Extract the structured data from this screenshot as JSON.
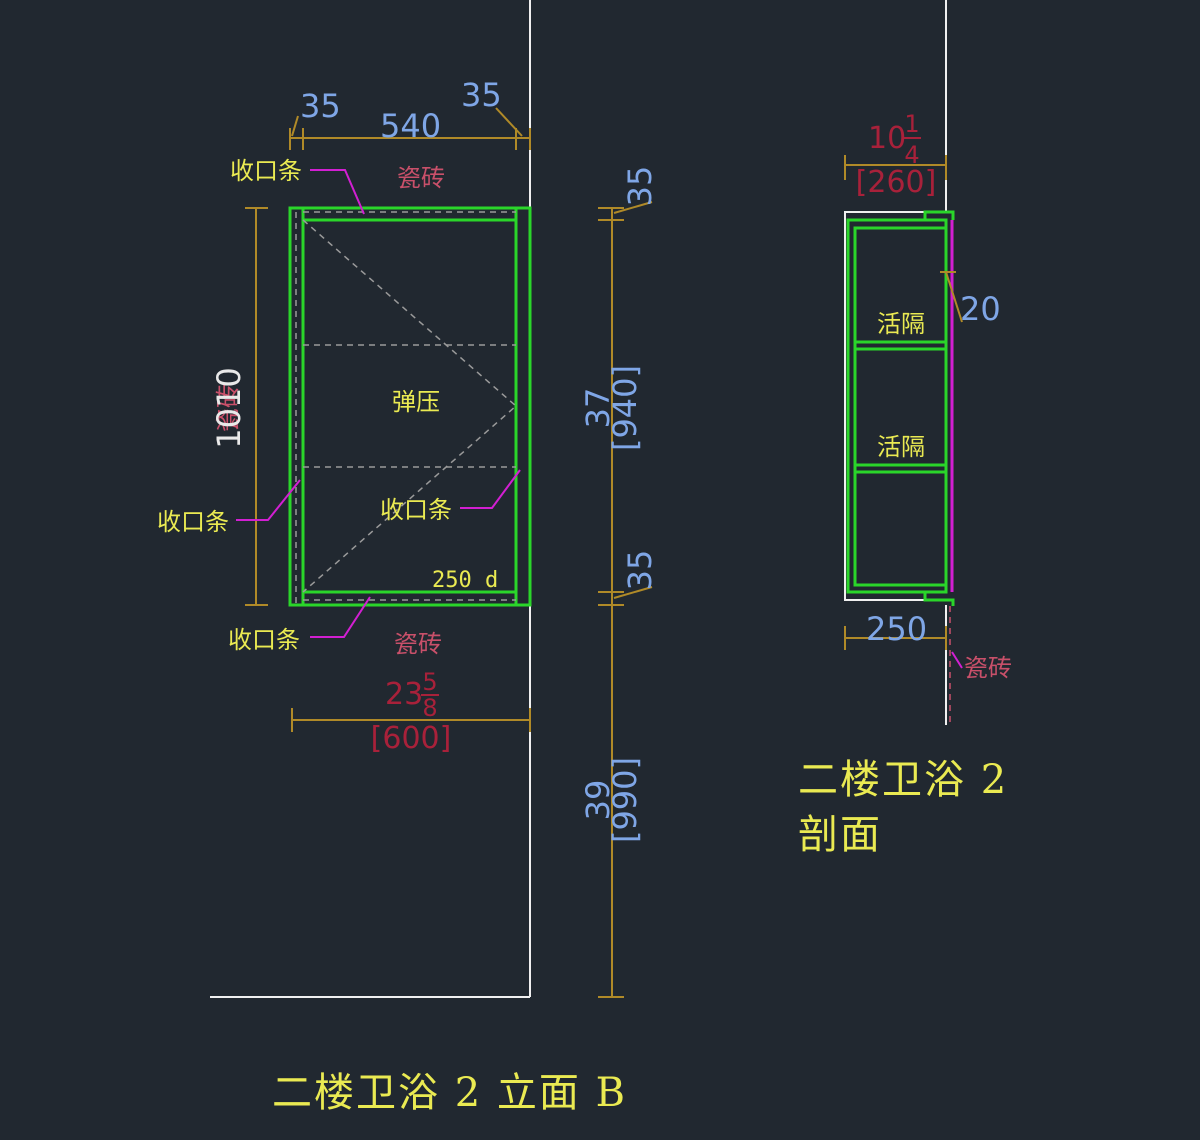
{
  "elevation": {
    "title": "二楼卫浴 2 立面 B",
    "dims": {
      "left_edge": "35",
      "right_edge": "35",
      "width": "540",
      "height": "1010",
      "top_gap": "35",
      "mid_fraction": "37",
      "mid_bracket": "[940]",
      "bottom_gap": "35",
      "lower_fraction": "39",
      "lower_bracket": "[990]",
      "bottom_whole": "23",
      "bottom_num": "5",
      "bottom_den": "8",
      "bottom_bracket": "[600]"
    },
    "labels": {
      "trim_top": "收口条",
      "trim_left": "收口条",
      "trim_inner": "收口条",
      "trim_bottom": "收口条",
      "tile_top": "瓷砖",
      "tile_left": "瓷砖",
      "tile_bottom": "瓷砖",
      "push_open": "弹压",
      "depth_note": "250 d"
    }
  },
  "section": {
    "title_line1": "二楼卫浴 2",
    "title_line2": "剖面",
    "dims": {
      "top_whole": "10",
      "top_num": "1",
      "top_den": "4",
      "top_bracket": "[260]",
      "side": "20",
      "depth": "250"
    },
    "labels": {
      "shelf_1": "活隔",
      "shelf_2": "活隔",
      "tile": "瓷砖"
    }
  },
  "colors": {
    "background": "#212830",
    "cabinet_green": "#2ad62a",
    "dimension_brown": "#b08a28",
    "leader_magenta": "#d21fd2",
    "label_yellow": "#eaea52",
    "dim_text_blue": "#7fa6e6",
    "bracket_red": "#a8213a"
  }
}
